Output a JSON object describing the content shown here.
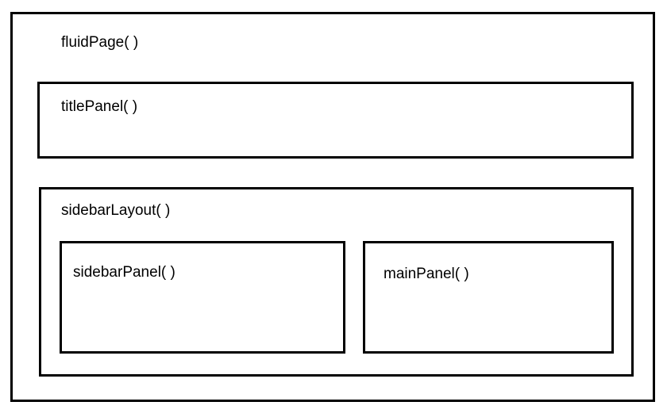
{
  "diagram": {
    "type": "nested-boxes",
    "colors": {
      "border": "#000000",
      "background": "#ffffff",
      "text": "#000000"
    },
    "boxes": {
      "fluid_page": {
        "label": "fluidPage( )"
      },
      "title_panel": {
        "label": "titlePanel( )"
      },
      "sidebar_layout": {
        "label": "sidebarLayout( )"
      },
      "sidebar_panel": {
        "label": "sidebarPanel( )"
      },
      "main_panel": {
        "label": "mainPanel( )"
      }
    }
  }
}
